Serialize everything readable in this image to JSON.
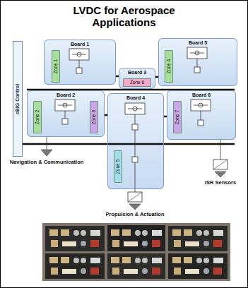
{
  "diagram": {
    "title": "LVDC for Aerospace Applications",
    "nodes": [
      {
        "text": [
          "cBIG Control"
        ]
      },
      {
        "text": [
          "Board 1"
        ]
      },
      {
        "text": [
          "Zone 1"
        ],
        "in": 1
      },
      {
        "text": [
          "Board 3"
        ]
      },
      {
        "text": [
          "Zone 6"
        ],
        "in": 3
      },
      {
        "text": [
          "Board 5"
        ]
      },
      {
        "text": [
          "Zone 4"
        ],
        "in": 5
      },
      {
        "text": [
          "Board 2"
        ]
      },
      {
        "text": [
          "Zone 2"
        ],
        "in": 7
      },
      {
        "text": [
          "Zone 3"
        ],
        "in": 7
      },
      {
        "text": [
          "Board 4"
        ]
      },
      {
        "text": [
          "Zone 5"
        ],
        "in": 10
      },
      {
        "text": [
          "Board 6"
        ]
      },
      {
        "text": [
          "Zone 7"
        ],
        "in": 12
      }
    ],
    "edges": [
      {
        "from": 1,
        "to": 3,
        "arrow": "none"
      },
      {
        "from": 3,
        "to": 5,
        "arrow": "none"
      },
      {
        "from": 7,
        "to": 10,
        "arrow": "none"
      },
      {
        "from": 10,
        "to": 12,
        "arrow": "none"
      }
    ],
    "labels": [
      "Navigation & Communication",
      "ISR Sensors",
      "Propulsion & Actuation"
    ]
  }
}
